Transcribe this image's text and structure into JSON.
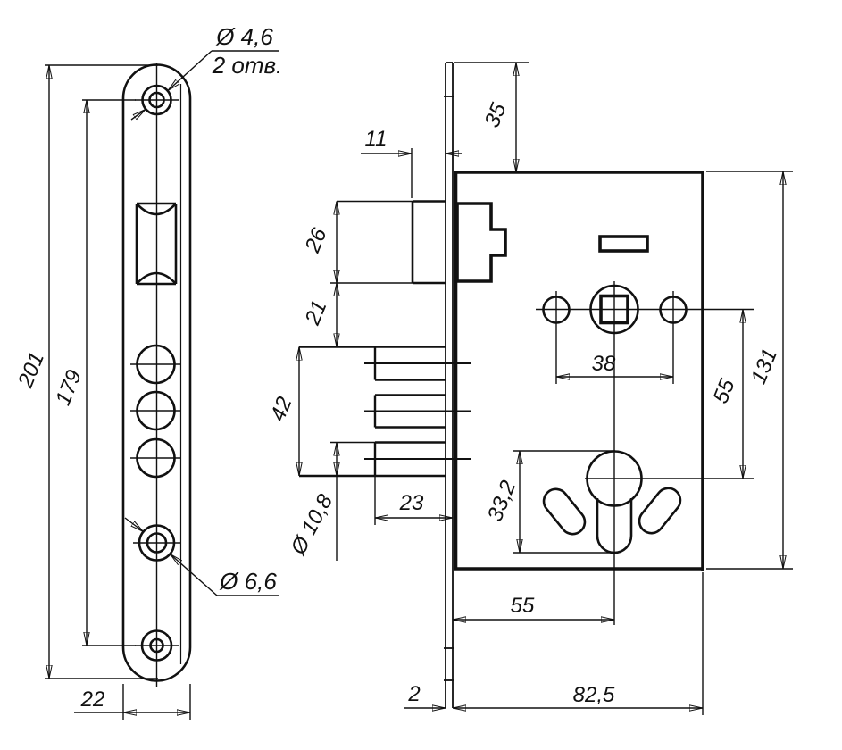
{
  "drawing": {
    "kind": "mortise-lock technical drawing",
    "views": [
      "strike-plate front view",
      "lock body side/front view"
    ],
    "units": "mm",
    "line_color": "#111111",
    "background": "#ffffff"
  },
  "callouts": {
    "top_hole_dia": "Ø 4,6",
    "top_hole_count": "2 отв.",
    "countersunk_hole_dia": "Ø 6,6",
    "bolt_pin_dia": "Ø 10,8"
  },
  "dims": {
    "plate_height": "201",
    "plate_hole_span": "179",
    "plate_width": "22",
    "latch_protrusion": "11",
    "faceplate_top_to_body": "35",
    "latch_height": "26",
    "latch_bolt_gap": "21",
    "bolt_block_height": "42",
    "bolt_throw": "23",
    "handle_hole_span": "38",
    "spindle_to_cylinder": "55",
    "body_height": "131",
    "cylinder_hole_height": "33,2",
    "backset": "55",
    "faceplate_thickness": "2",
    "body_width": "82,5"
  }
}
